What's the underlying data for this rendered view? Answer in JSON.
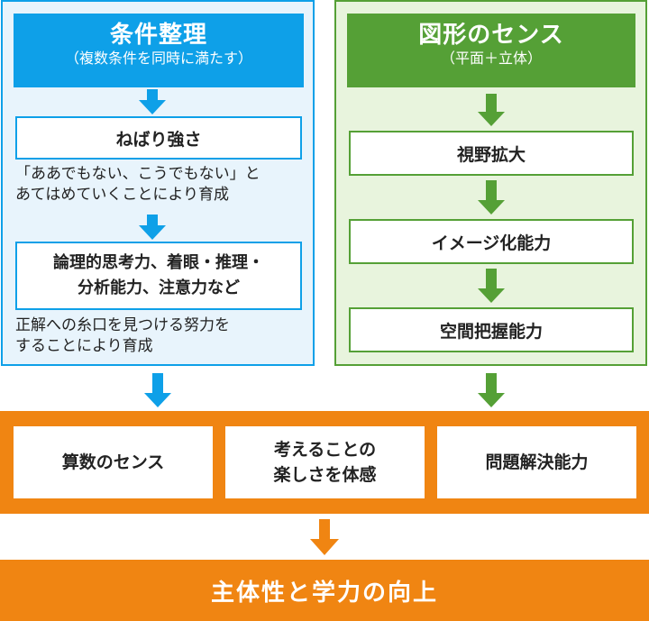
{
  "left": {
    "title": "条件整理",
    "subtitle": "（複数条件を同時に満たす）",
    "step1": "ねばり強さ",
    "note1_line1": "「ああでもない、こうでもない」と",
    "note1_line2": "あてはめていくことにより育成",
    "step2_line1": "論理的思考力、着眼・推理・",
    "step2_line2": "分析能力、注意力など",
    "note2_line1": "正解への糸口を見つける努力を",
    "note2_line2": "することにより育成"
  },
  "right": {
    "title": "図形のセンス",
    "subtitle": "（平面＋立体）",
    "step1": "視野拡大",
    "step2": "イメージ化能力",
    "step3": "空間把握能力"
  },
  "outcomes": {
    "item1": "算数のセンス",
    "item2_line1": "考えることの",
    "item2_line2": "楽しさを体感",
    "item3": "問題解決能力"
  },
  "goal": "主体性と学力の向上",
  "colors": {
    "blue": "#0ea0e8",
    "green": "#55a036",
    "orange": "#f08512",
    "blue_bg": "#e8f4fc",
    "green_bg": "#e8f4dd"
  }
}
